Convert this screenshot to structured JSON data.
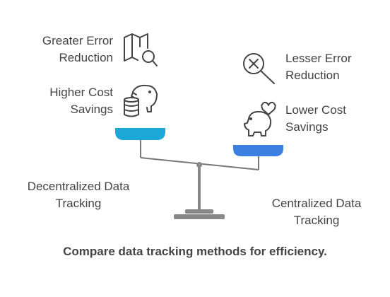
{
  "left": {
    "benefit_1": [
      "Greater Error",
      "Reduction"
    ],
    "benefit_2": [
      "Higher Cost",
      "Savings"
    ],
    "title": [
      "Decentralized Data",
      "Tracking"
    ],
    "pan_color": "#1ba8d6"
  },
  "right": {
    "benefit_1": [
      "Lesser Error",
      "Reduction"
    ],
    "benefit_2": [
      "Lower Cost",
      "Savings"
    ],
    "title": [
      "Centralized Data",
      "Tracking"
    ],
    "pan_color": "#3b7fe0"
  },
  "caption": "Compare data tracking methods for efficiency.",
  "icons": [
    "map-search-icon",
    "piggy-bank-coins-icon",
    "close-search-icon",
    "piggy-bank-heart-icon"
  ]
}
